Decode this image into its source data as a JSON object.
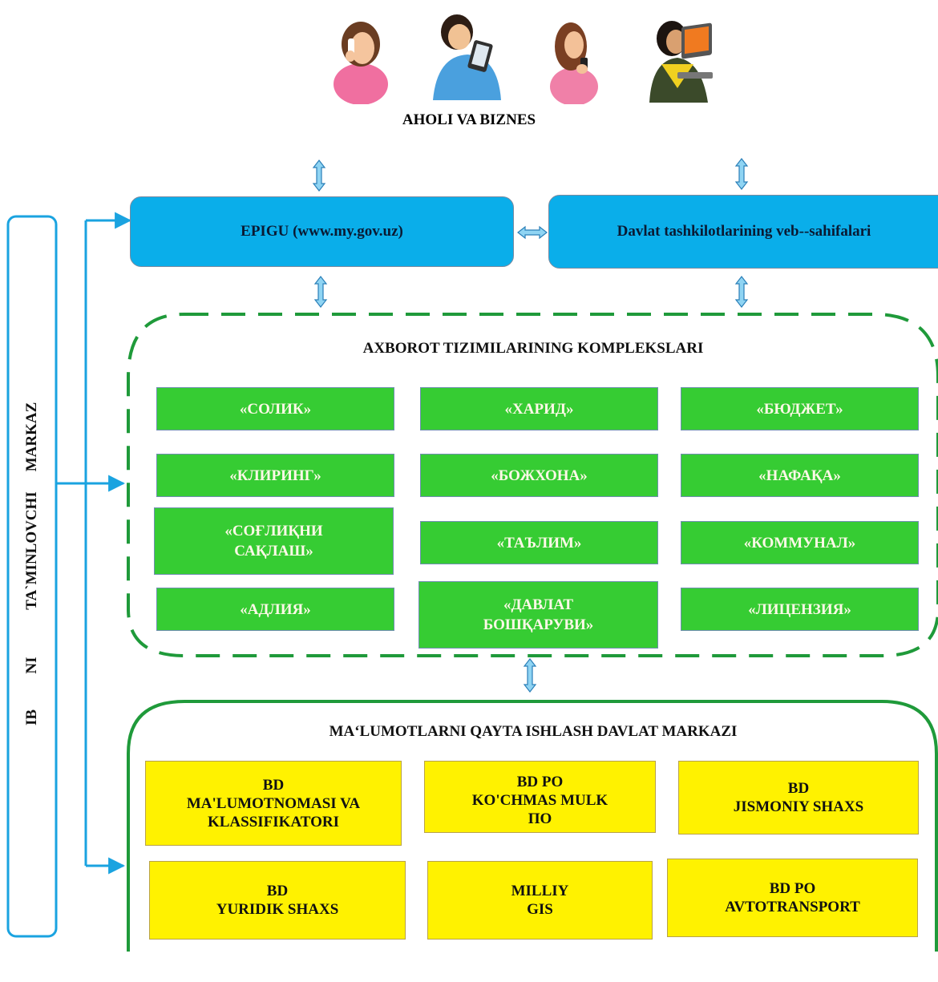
{
  "header": {
    "title": "AHOLI VA BIZNES",
    "people_icons": [
      "woman-phone-icon",
      "man-tablet-icon",
      "woman-mobile-icon",
      "man-laptop-icon"
    ]
  },
  "portals": {
    "epigu": "EPIGU (www.my.gov.uz)",
    "websites": "Davlat tashkilotlarining veb--sahifalari"
  },
  "complexes": {
    "title": "AXBOROT TIZIMILARINING KOMPLEKSLARI",
    "items": [
      [
        "«СОЛИК»"
      ],
      [
        "«ХАРИД»"
      ],
      [
        "«БЮДЖЕТ»"
      ],
      [
        "«КЛИРИНГ»"
      ],
      [
        "«БОЖХОНА»"
      ],
      [
        "«НАФАҚА»"
      ],
      [
        "«СОҒЛИҚНИ",
        "САҚЛАШ»"
      ],
      [
        "«ТАЪЛИМ»"
      ],
      [
        "«КОММУНАЛ»"
      ],
      [
        "«АДЛИЯ»"
      ],
      [
        "«ДАВЛАТ",
        "БОШҚАРУВИ»"
      ],
      [
        "«ЛИЦЕНЗИЯ»"
      ]
    ]
  },
  "data_center": {
    "title": "MA‘LUMOTLARNI QAYTA ISHLASH DAVLAT MARKAZI",
    "items": [
      [
        "BD",
        "MA'LUMOTNOMASI VA",
        "KLASSIFIKATORI"
      ],
      [
        "BD PO",
        "KO'CHMAS MULK",
        "ПО"
      ],
      [
        "BD",
        "JISMONIY SHAXS"
      ],
      [
        "BD",
        "YURIDIK SHAXS"
      ],
      [
        "MILLIY",
        "GIS"
      ],
      [
        "BD PO",
        "AVTOTRANSPORT"
      ]
    ]
  },
  "side_label": {
    "words": [
      "IB",
      "NI",
      "TA`MINLOVCHI",
      "MARKAZ"
    ]
  },
  "colors": {
    "portal_blue": "#0aaeea",
    "arrow_blue": "#1aa3e0",
    "complex_green": "#36cc33",
    "frame_green": "#1f9a3a",
    "db_yellow": "#fff200"
  }
}
